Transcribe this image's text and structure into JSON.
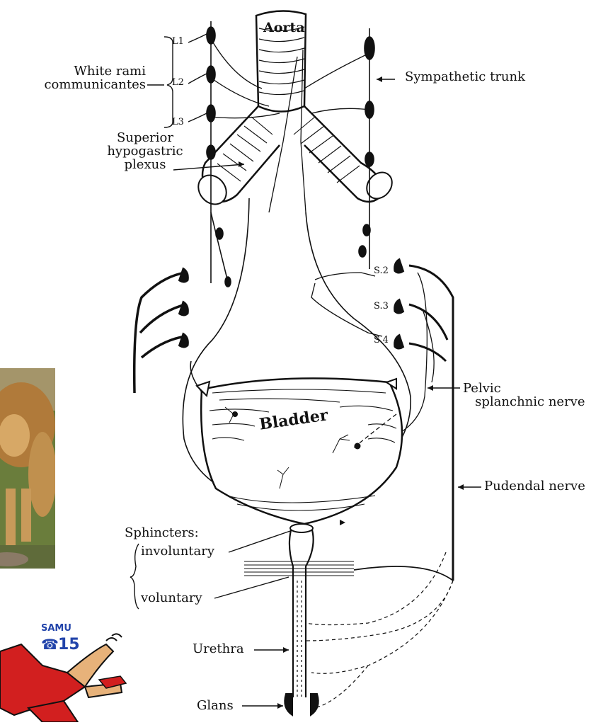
{
  "labels": {
    "aorta": "Aorta",
    "l1": "L1",
    "l2": "L2",
    "l3": "L3",
    "white_rami": "White rami\ncommunicantes",
    "sympathetic_trunk": "Sympathetic trunk",
    "superior_hypogastric": "Superior\nhypogastric\nplexus",
    "s2": "S.2",
    "s3": "S.3",
    "s4": "S.4",
    "bladder": "Bladder",
    "pelvic_splanchnic": "Pelvic\n   splanchnic nerve",
    "pudendal": "Pudendal nerve",
    "sphincters": "Sphincters:",
    "involuntary": "involuntary",
    "voluntary": "voluntary",
    "urethra": "Urethra",
    "glans": "Glans"
  },
  "cartoon": {
    "samu": "SAMU",
    "phone_glyph": "☎",
    "number": "15"
  },
  "colors": {
    "ink": "#111111",
    "lion_mane": "#b07a3a",
    "lion_bg": "#6a7d3c",
    "cartoon_red": "#d21f1f",
    "cartoon_skin": "#e7b27a",
    "samu_blue": "#2244aa"
  }
}
